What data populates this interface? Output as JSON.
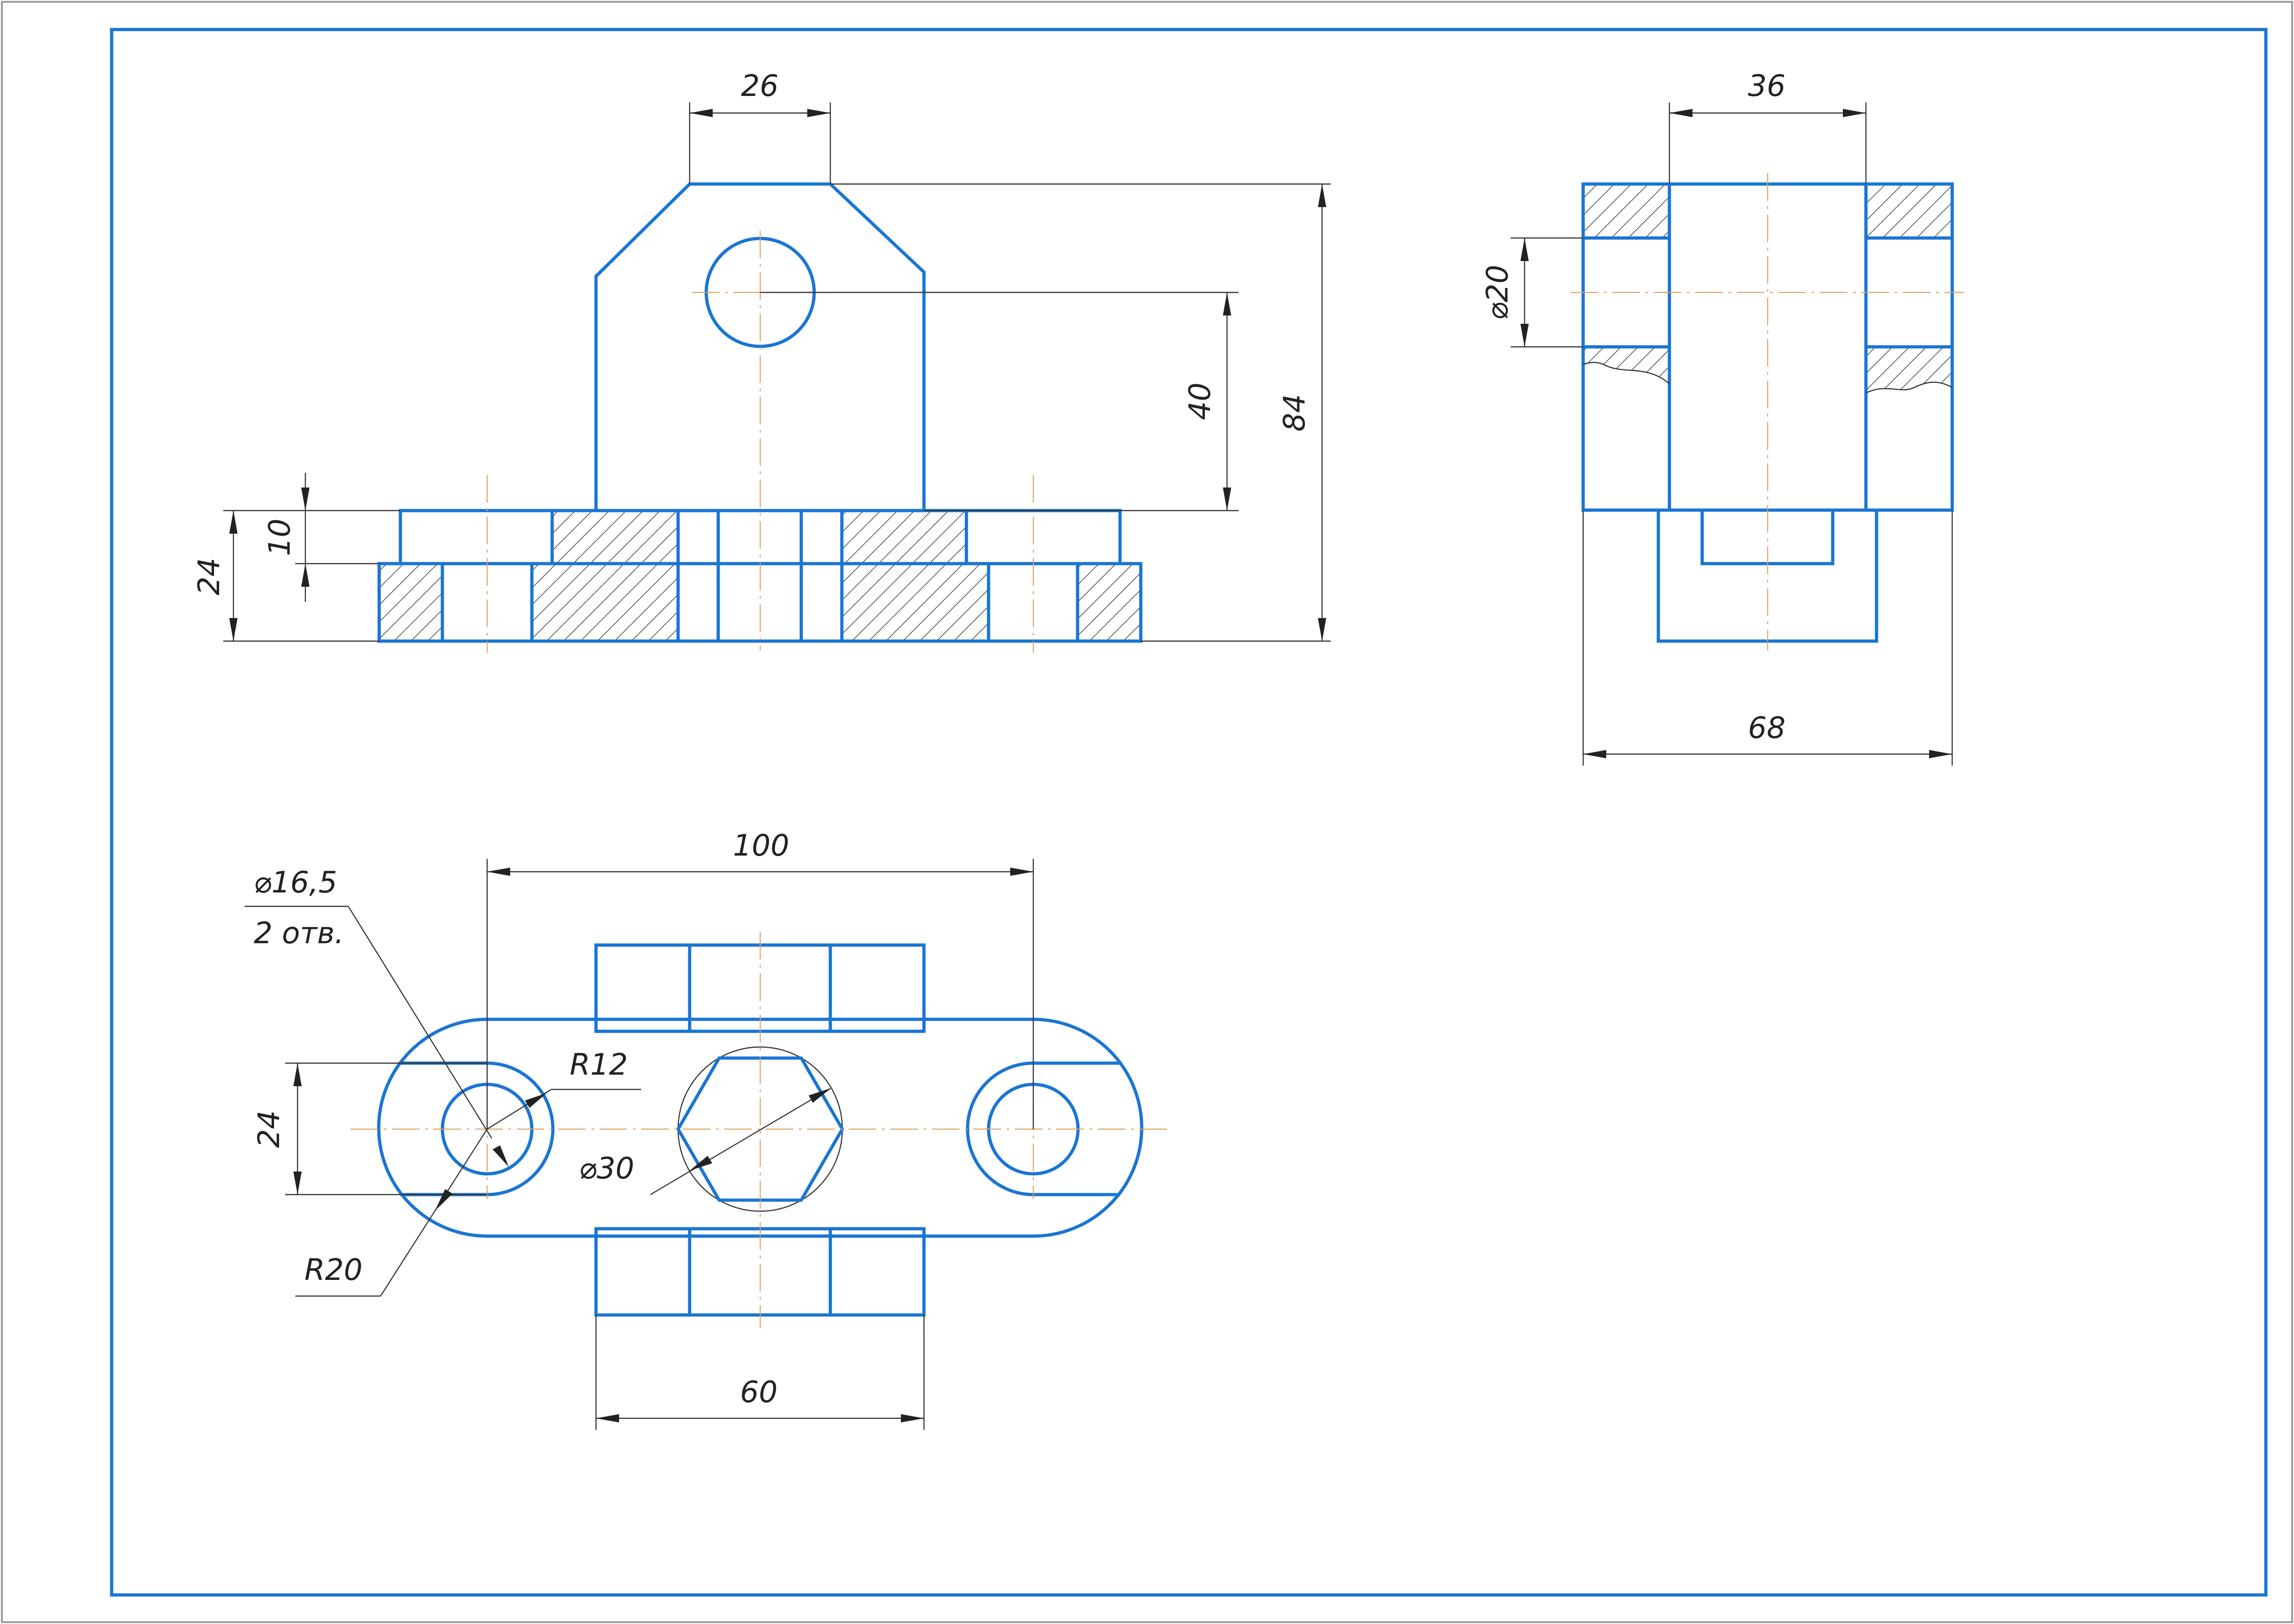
{
  "drawing": {
    "sheet": {
      "frame_color": "#1a75d2",
      "line_color": "#1a75d2",
      "centerline_color": "#e0a060",
      "dimension_color": "#222222"
    },
    "front_view": {
      "dim_top_width": "26",
      "dim_hole_height": "40",
      "dim_total_height": "84",
      "dim_plate_height": "24",
      "dim_flange_height": "10"
    },
    "side_view": {
      "dim_slot_width": "36",
      "dim_hole_dia": "⌀20",
      "dim_total_width": "68"
    },
    "top_view": {
      "dim_hole_spacing": "100",
      "dim_hole_callout": "⌀16,5",
      "dim_hole_count": "2 отв.",
      "dim_radius_small": "R12",
      "dim_boss_dia": "⌀30",
      "dim_end_height": "24",
      "dim_radius_large": "R20",
      "dim_block_width": "60"
    }
  }
}
